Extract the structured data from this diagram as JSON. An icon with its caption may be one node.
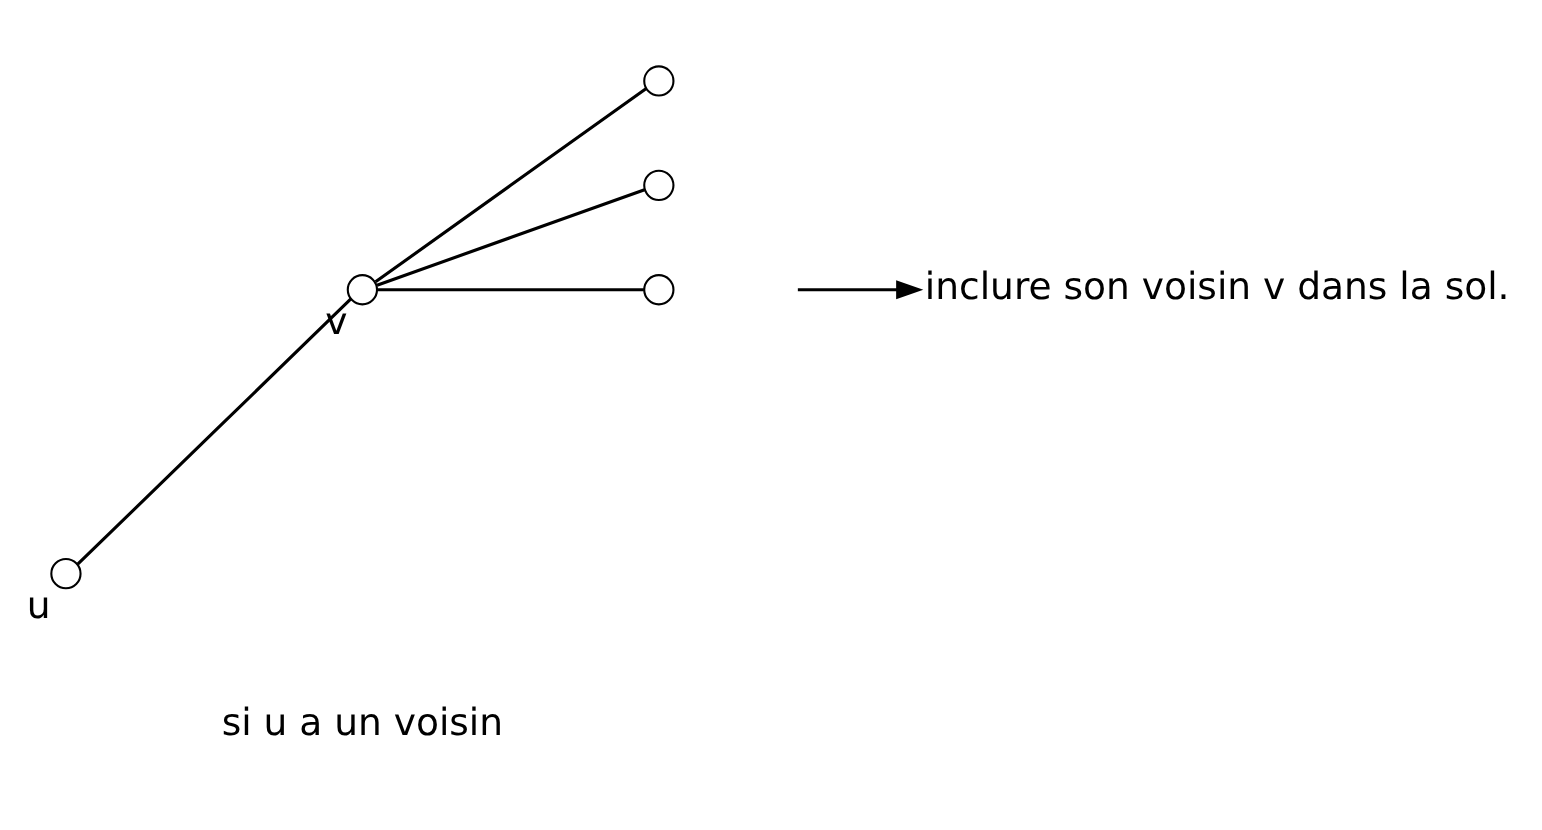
{
  "diagram": {
    "nodes": [
      {
        "text": [],
        "shape": "circle",
        "beside": [
          "u"
        ]
      },
      {
        "text": [],
        "shape": "circle",
        "beside": [
          "v"
        ]
      },
      {
        "text": [],
        "shape": "circle"
      },
      {
        "text": [],
        "shape": "circle"
      },
      {
        "text": [],
        "shape": "circle"
      },
      {
        "text": [
          "inclure son voisin v dans la sol."
        ]
      }
    ],
    "edges": [
      {
        "from": 0,
        "to": 1,
        "arrow": "none"
      },
      {
        "from": 1,
        "to": 2,
        "arrow": "none"
      },
      {
        "from": 1,
        "to": 3,
        "arrow": "none"
      },
      {
        "from": 1,
        "to": 4,
        "arrow": "none"
      },
      {
        "from": null,
        "to": 5,
        "arrow": "to"
      }
    ],
    "labels": [
      "si u a un voisin"
    ]
  }
}
